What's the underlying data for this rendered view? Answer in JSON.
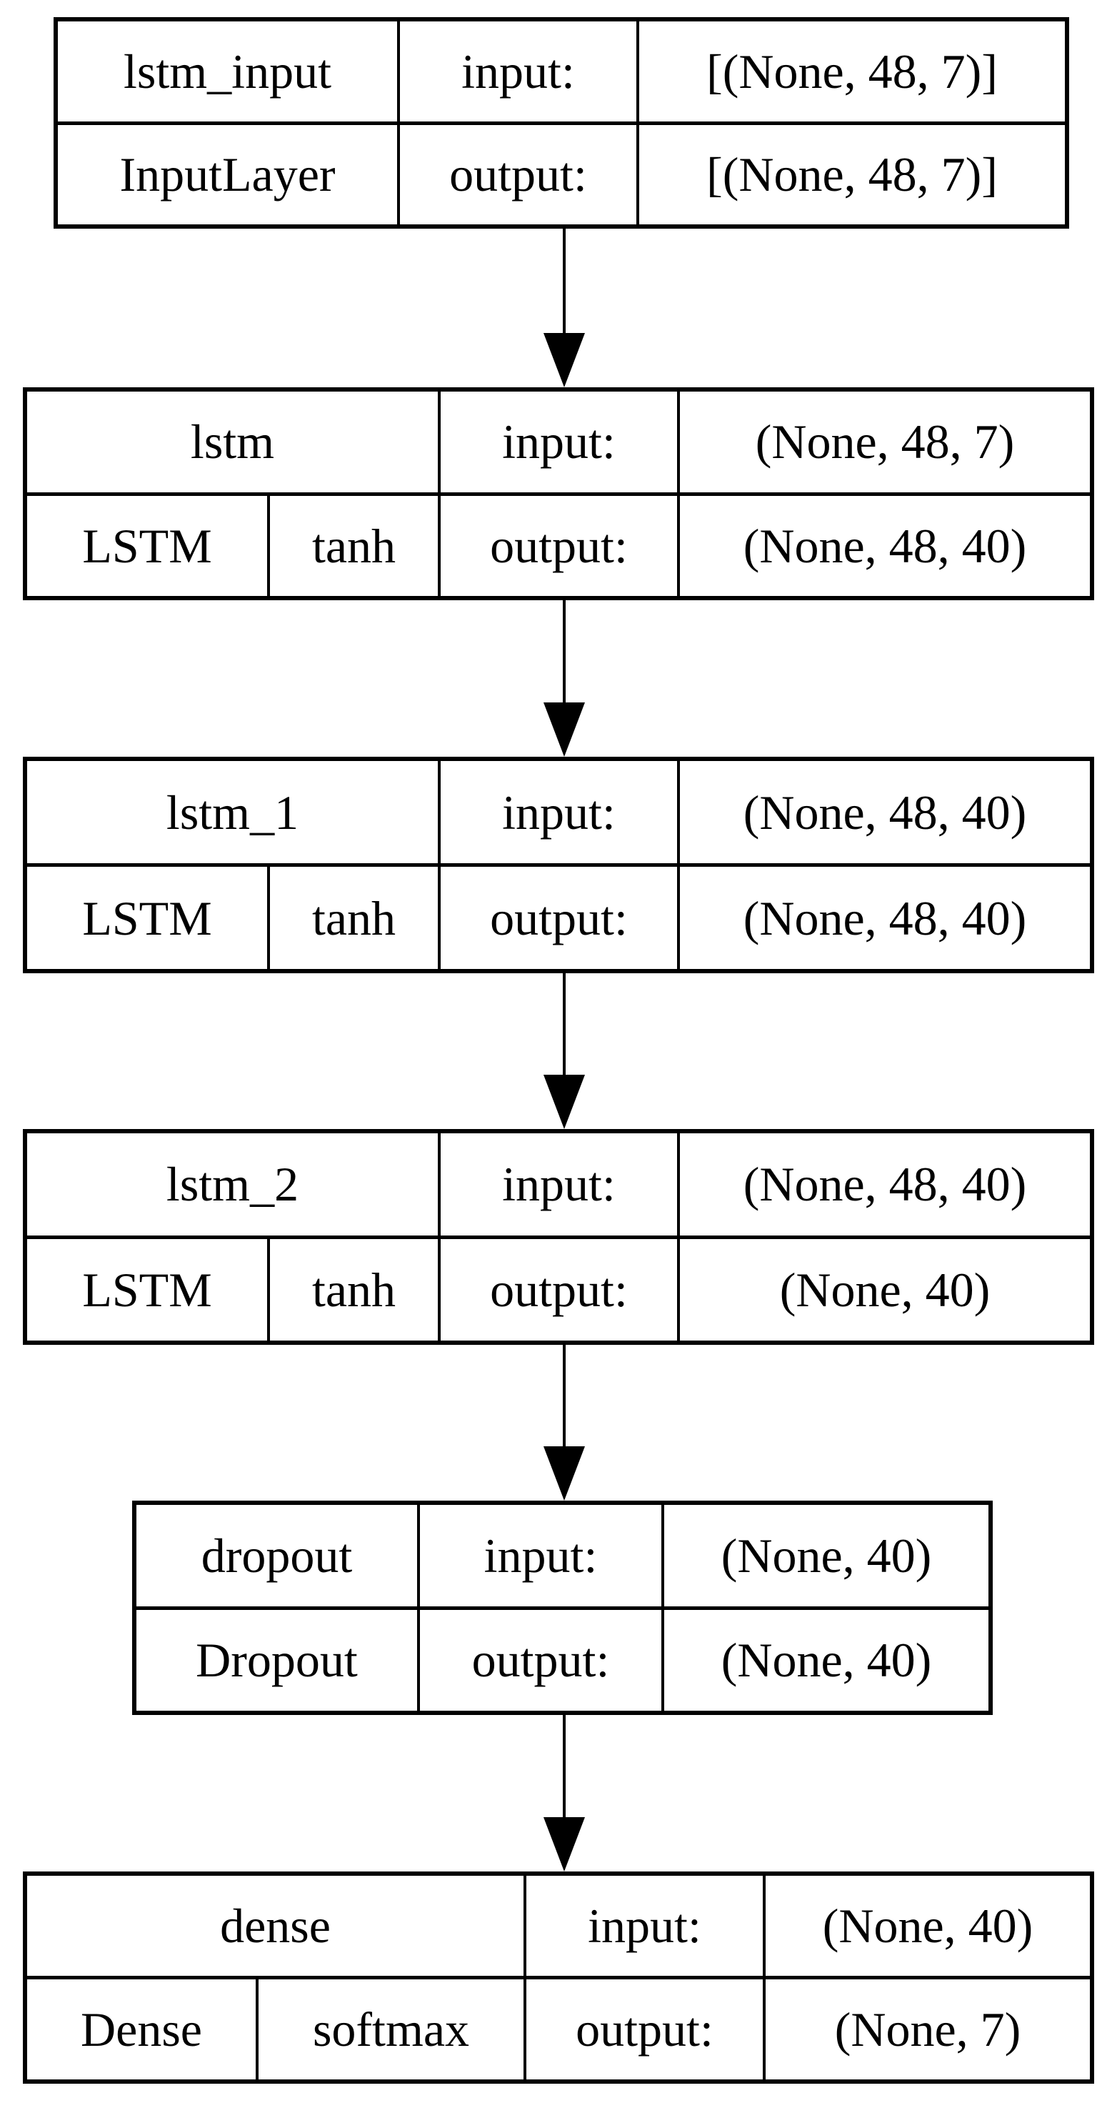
{
  "diagram": {
    "kind": "neural-network-layer-graph",
    "colors": {
      "background": "#ffffff",
      "line": "#000000",
      "text": "#000000"
    },
    "edge_style": {
      "arrowhead": "filled-triangle-down",
      "color": "#000000"
    },
    "nodes": [
      {
        "name": "lstm_input",
        "layer_class": "InputLayer",
        "input_label": "input:",
        "output_label": "output:",
        "input_shape": "[(None, 48, 7)]",
        "output_shape": "[(None, 48, 7)]"
      },
      {
        "name": "lstm",
        "layer_class": "LSTM",
        "activation": "tanh",
        "input_label": "input:",
        "output_label": "output:",
        "input_shape": "(None, 48, 7)",
        "output_shape": "(None, 48, 40)"
      },
      {
        "name": "lstm_1",
        "layer_class": "LSTM",
        "activation": "tanh",
        "input_label": "input:",
        "output_label": "output:",
        "input_shape": "(None, 48, 40)",
        "output_shape": "(None, 48, 40)"
      },
      {
        "name": "lstm_2",
        "layer_class": "LSTM",
        "activation": "tanh",
        "input_label": "input:",
        "output_label": "output:",
        "input_shape": "(None, 48, 40)",
        "output_shape": "(None, 40)"
      },
      {
        "name": "dropout",
        "layer_class": "Dropout",
        "input_label": "input:",
        "output_label": "output:",
        "input_shape": "(None, 40)",
        "output_shape": "(None, 40)"
      },
      {
        "name": "dense",
        "layer_class": "Dense",
        "activation": "softmax",
        "input_label": "input:",
        "output_label": "output:",
        "input_shape": "(None, 40)",
        "output_shape": "(None, 7)"
      }
    ],
    "edges": [
      {
        "from": "lstm_input",
        "to": "lstm"
      },
      {
        "from": "lstm",
        "to": "lstm_1"
      },
      {
        "from": "lstm_1",
        "to": "lstm_2"
      },
      {
        "from": "lstm_2",
        "to": "dropout"
      },
      {
        "from": "dropout",
        "to": "dense"
      }
    ]
  }
}
